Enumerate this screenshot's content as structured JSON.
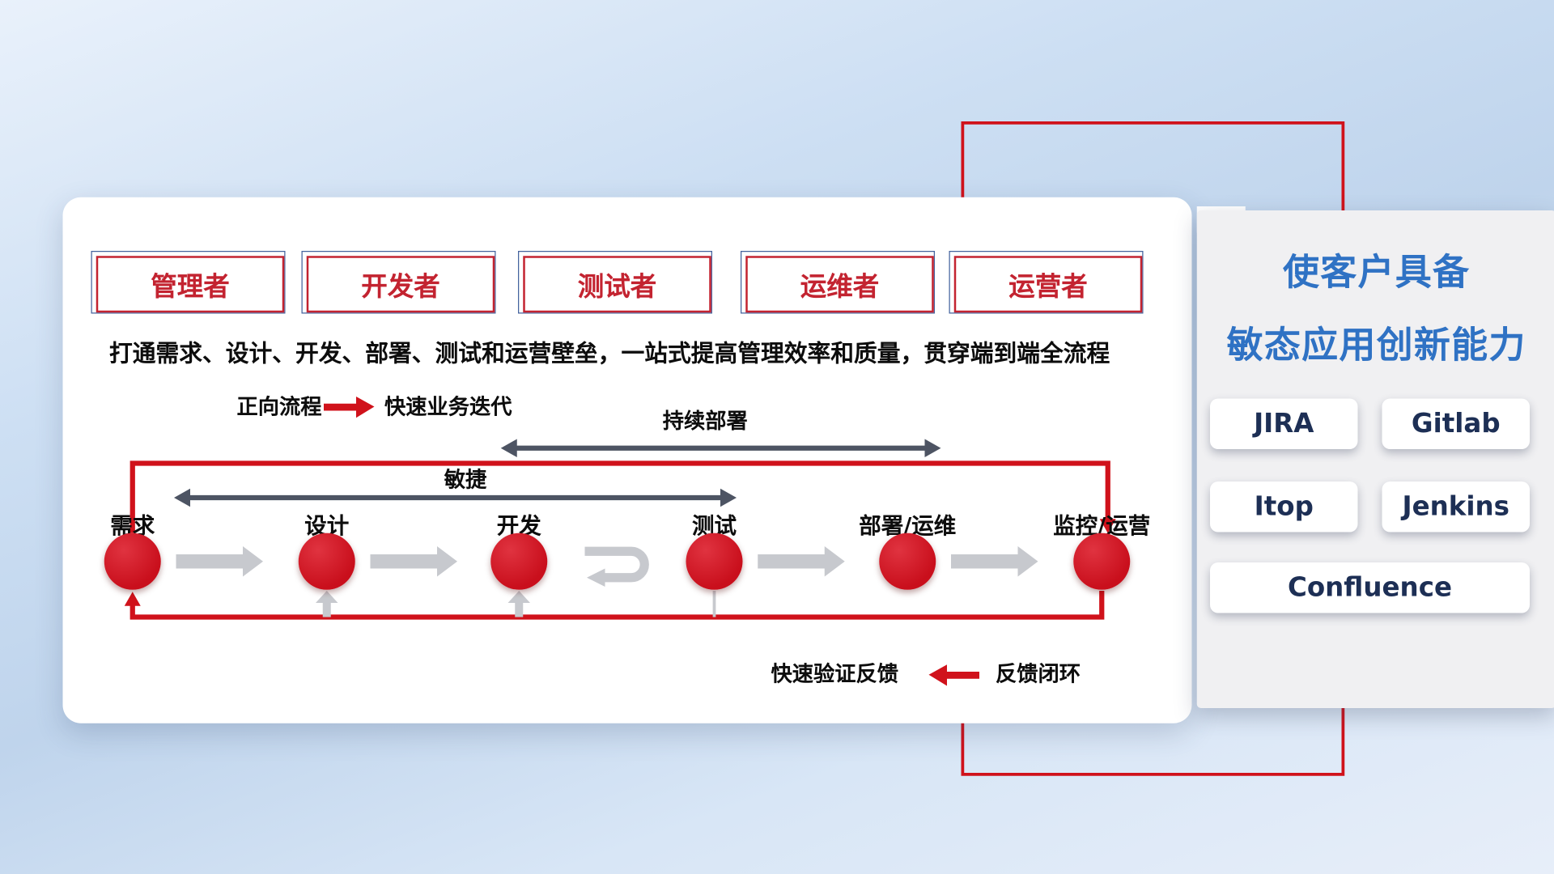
{
  "roles": [
    "管理者",
    "开发者",
    "测试者",
    "运维者",
    "运营者"
  ],
  "flow": {
    "description": "打通需求、设计、开发、部署、测试和运营壁垒，一站式提高管理效率和质量，贯穿端到端全流程",
    "forward_legend": {
      "label": "正向流程",
      "value": "快速业务迭代"
    },
    "feedback_legend": {
      "label": "快速验证反馈",
      "value": "反馈闭环"
    },
    "continuous_deploy_label": "持续部署",
    "agile_label": "敏捷",
    "stages": [
      "需求",
      "设计",
      "开发",
      "测试",
      "部署/运维",
      "监控/运营"
    ]
  },
  "side_panel": {
    "title_line1": "使客户具备",
    "title_line2": "敏态应用创新能力",
    "tools": [
      "JIRA",
      "Gitlab",
      "Itop",
      "Jenkins",
      "Confluence"
    ]
  },
  "colors": {
    "accent_red": "#d0121b",
    "title_blue": "#2f72c4",
    "tool_text_navy": "#1d2f55",
    "dark_arrow": "#4d5463",
    "light_arrow": "#c7c9ce",
    "role_border_blue": "#44639e",
    "role_text_red": "#c32330"
  }
}
